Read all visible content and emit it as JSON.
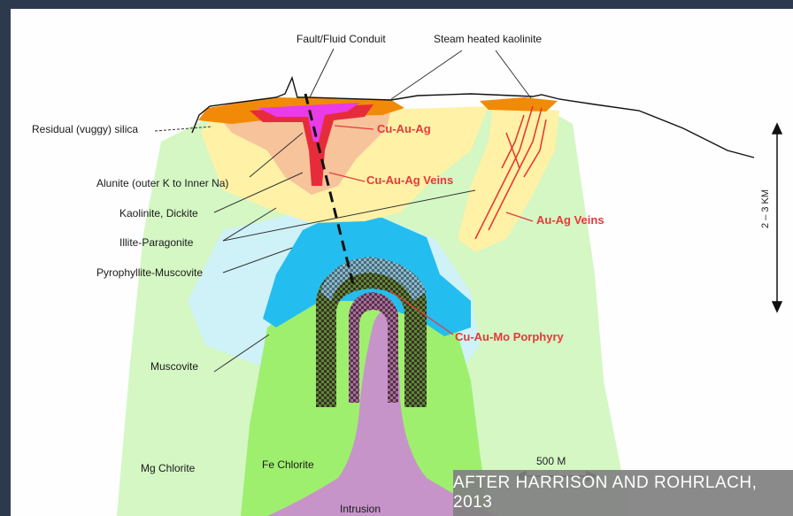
{
  "labels": {
    "fault": "Fault/Fluid Conduit",
    "steam": "Steam heated kaolinite",
    "residual": "Residual (vuggy) silica",
    "alunite": "Alunite (outer K to Inner Na)",
    "kaolinite": "Kaolinite, Dickite",
    "illite": "Illite-Paragonite",
    "pyrophyllite": "Pyrophyllite-Muscovite",
    "muscovite": "Muscovite",
    "mg_chlorite": "Mg Chlorite",
    "fe_chlorite": "Fe Chlorite",
    "intrusion": "Intrusion"
  },
  "red_labels": {
    "cu_au_ag": "Cu-Au-Ag",
    "cu_au_ag_veins": "Cu-Au-Ag Veins",
    "au_ag_veins": "Au-Ag Veins",
    "porphyry": "Cu-Au-Mo Porphyry"
  },
  "scale": {
    "horizontal": "500 M",
    "vertical": "2 – 3 KM"
  },
  "credit": "AFTER HARRISON AND ROHRLACH, 2013",
  "colors": {
    "background": "#2d3a4e",
    "mg_chlorite": "#d4f7c4",
    "fe_chlorite": "#9fef6f",
    "intrusion": "#c794c9",
    "muscovite": "#cff1f8",
    "pyrophyllite": "#24bdf0",
    "kaolinite": "#fff1a6",
    "alunite": "#f6c39a",
    "residual_silica": "#f18a07",
    "fault_core": "#e93be7",
    "label_red": "#e53a3a",
    "credit_bg": "#808080"
  }
}
